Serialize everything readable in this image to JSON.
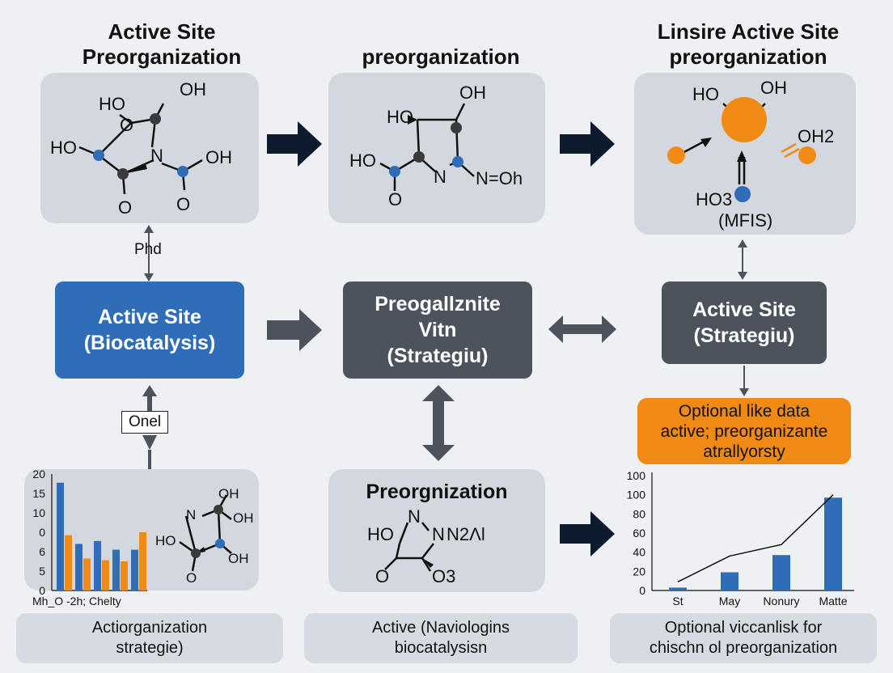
{
  "titles": {
    "left": "Active Site\nPreorganization",
    "middle": "preorganization",
    "right": "Linsire Active Site\npreorganization"
  },
  "top_left_molecule": [
    "HO",
    "OH",
    "O",
    "HO",
    "N",
    "OH",
    "O",
    "O"
  ],
  "top_middle_molecule": [
    "HO",
    "OH",
    "HO",
    "N",
    "N=Oh",
    "O"
  ],
  "top_right_molecule": [
    "HO",
    "OH",
    "OH2",
    "HO3",
    "(MFIS)"
  ],
  "labels": {
    "ph": "Phd",
    "onel": "Onel"
  },
  "boxes": {
    "active_site_biocatalysis": "Active Site\n(Biocatalysis)",
    "center_dark": "Preogallznite\nVitn\n(Strategiu)",
    "right_dark": "Active Site\n(Strategiu)",
    "orange": "Optional like data\nactive; preorganizante\natrallyorsty"
  },
  "bottom_middle": {
    "title": "Preorgnization",
    "formula": [
      "HO",
      "N",
      "N",
      "N2Λl",
      "O",
      "O3"
    ]
  },
  "captions": {
    "left": "Actiorganization\nstrategie)",
    "middle": "Active (Naviologins\nbiocatalysisn",
    "right": "Optional viccanlisk for\nchischn ol preorganization"
  },
  "colors": {
    "blue": "#2f6db9",
    "orange": "#f08a12",
    "dark": "#4c535d",
    "arrow": "#0e1a2e"
  },
  "chart_data": [
    {
      "type": "bar",
      "ytick_labels": [
        "20",
        "15",
        "10",
        "0",
        "6",
        "5",
        "0"
      ],
      "xlabel": "Mh_O -2h; Chelty",
      "series": [
        {
          "values": [
            18.5,
            8,
            8.5,
            7,
            7
          ]
        },
        {
          "values": [
            9.5,
            5.5,
            5.2,
            5,
            10
          ]
        }
      ],
      "ylim": [
        0,
        20
      ]
    },
    {
      "type": "bar",
      "categories": [
        "St",
        "May",
        "Nonury",
        "Matte"
      ],
      "ytick_labels": [
        "100",
        "100",
        "80",
        "60",
        "40",
        "20",
        "0"
      ],
      "values": [
        3,
        19,
        37,
        97
      ],
      "line": [
        9,
        36,
        48,
        100
      ],
      "ylim": [
        0,
        120
      ]
    }
  ]
}
